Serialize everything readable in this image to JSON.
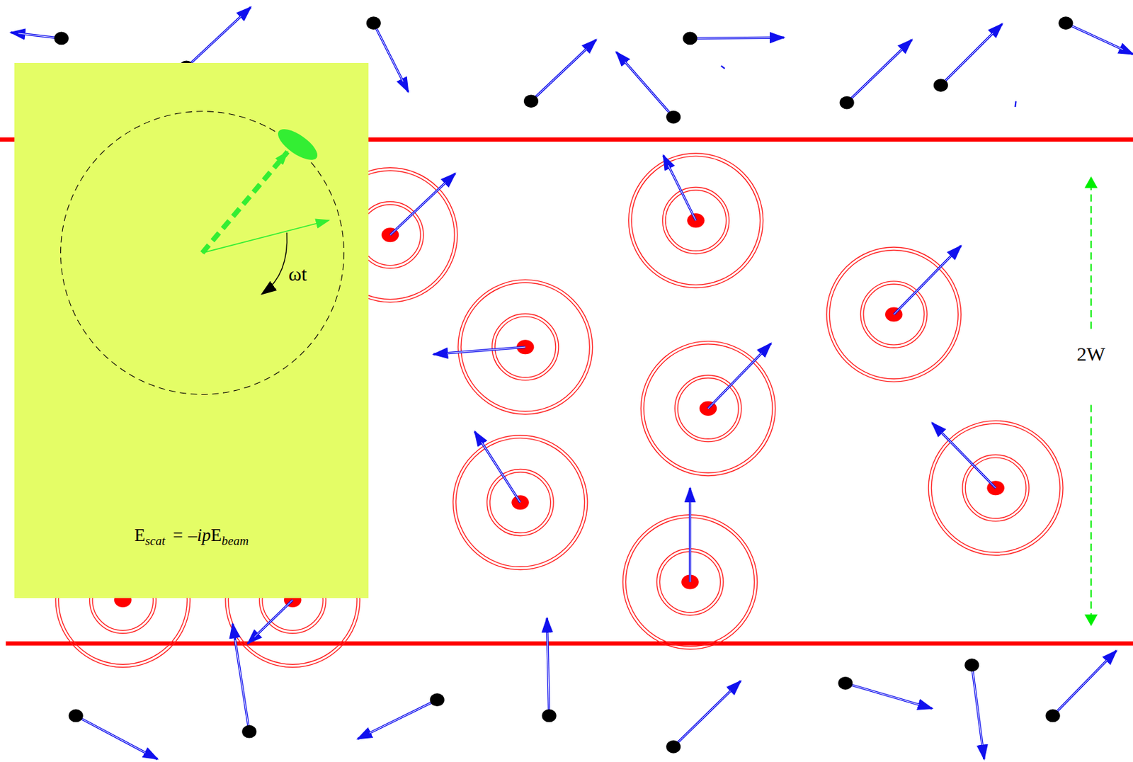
{
  "diagram": {
    "nodes": [
      {
        "text": [
          "ωt",
          "E",
          "scat",
          "= –ip",
          "E",
          "beam"
        ]
      }
    ],
    "labels": [
      "2W"
    ]
  }
}
